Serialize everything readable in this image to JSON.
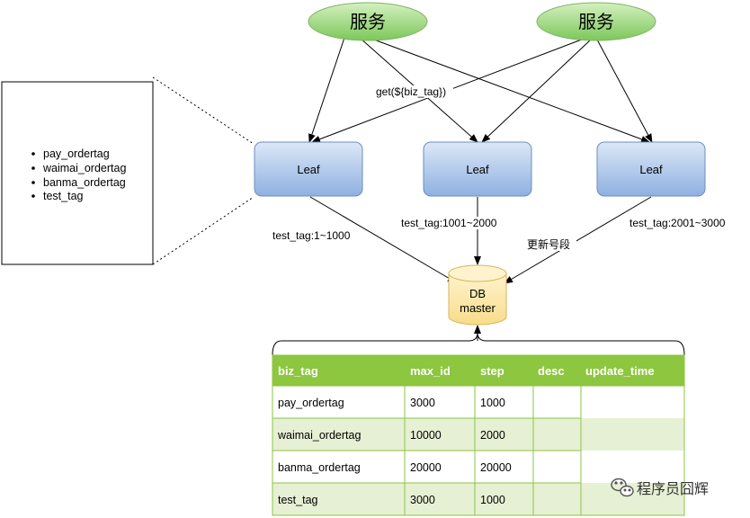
{
  "services": [
    {
      "label": "服务"
    },
    {
      "label": "服务"
    }
  ],
  "leafs": [
    {
      "label": "Leaf"
    },
    {
      "label": "Leaf"
    },
    {
      "label": "Leaf"
    }
  ],
  "edge_labels": {
    "get_call": "get(${biz_tag})",
    "leaf1_range": "test_tag:1~1000",
    "leaf2_range": "test_tag:1001~2000",
    "leaf3_range": "test_tag:2001~3000",
    "update_segment": "更新号段"
  },
  "tag_list": [
    "pay_ordertag",
    "waimai_ordertag",
    "banma_ordertag",
    "test_tag"
  ],
  "db": {
    "line1": "DB",
    "line2": "master"
  },
  "table": {
    "headers": [
      "biz_tag",
      "max_id",
      "step",
      "desc",
      "update_time"
    ],
    "rows": [
      [
        "pay_ordertag",
        "3000",
        "1000",
        "",
        ""
      ],
      [
        "waimai_ordertag",
        "10000",
        "2000",
        "",
        ""
      ],
      [
        "banma_ordertag",
        "20000",
        "20000",
        "",
        ""
      ],
      [
        "test_tag",
        "3000",
        "1000",
        "",
        ""
      ]
    ]
  },
  "watermark": "程序员囧辉",
  "colors": {
    "service_fill": "#8fd16f",
    "leaf_fill": "#a9c4eb",
    "db_fill": "#fbe7a6",
    "table_header": "#8dc63f",
    "table_row_alt": "#e6f0d4"
  }
}
